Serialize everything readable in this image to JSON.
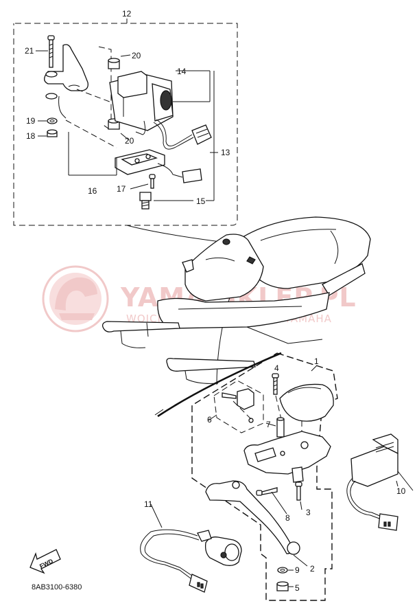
{
  "diagram": {
    "labels": {
      "l1": "1",
      "l2": "2",
      "l3": "3",
      "l4": "4",
      "l5": "5",
      "l6": "6",
      "l7": "7",
      "l8": "8",
      "l9": "9",
      "l10": "10",
      "l11": "11",
      "l12": "12",
      "l13": "13",
      "l14": "14",
      "l15": "15",
      "l16": "16",
      "l17": "17",
      "l18": "18",
      "l19": "19",
      "l20a": "20",
      "l20b": "20",
      "l21": "21"
    },
    "watermark": {
      "title": "YAMA-SKLEP.PL",
      "subtitle": "WOJCIECHOWICZ | DEALER YAMAHA"
    },
    "fwd_label": "FWD",
    "drawing_code": "8AB3100-6380",
    "colors": {
      "watermark": "#f1c9c9",
      "ink": "#111111"
    },
    "icons": {
      "watermark_logo": "helmet-logo-icon",
      "forward_arrow": "fwd-arrow-icon"
    }
  }
}
